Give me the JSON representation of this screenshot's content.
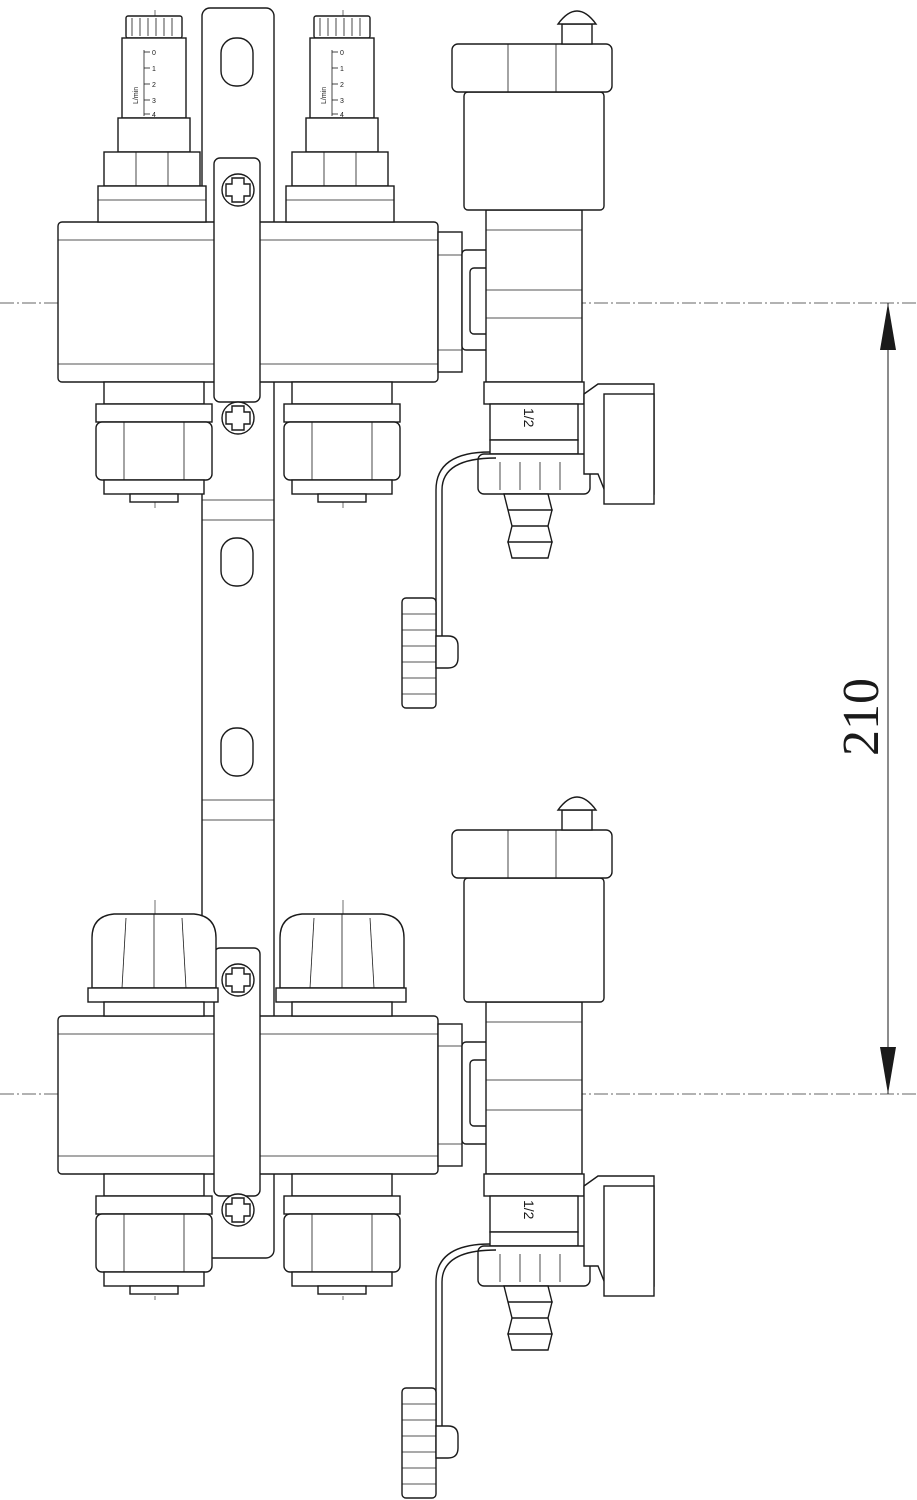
{
  "dimension": {
    "value": "210"
  },
  "flow_meter": {
    "unit_label": "L/min",
    "scale": [
      "0",
      "1",
      "2",
      "3",
      "4"
    ]
  },
  "ball_valve": {
    "thread_label": "1/2"
  },
  "colors": {
    "line": "#1a1a1a",
    "background": "#ffffff"
  }
}
